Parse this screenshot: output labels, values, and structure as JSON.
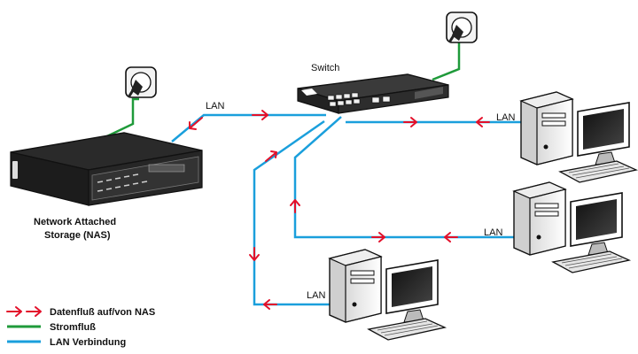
{
  "diagram": {
    "switch_label": "Switch",
    "nas_label_line1": "Network Attached",
    "nas_label_line2": "Storage (NAS)",
    "lan_label": "LAN"
  },
  "legend": {
    "data_flow": "Datenfluß auf/von NAS",
    "power": "Stromfluß",
    "lan": "LAN Verbindung"
  },
  "colors": {
    "lan_cable": "#1a9fdc",
    "power_cable": "#1f9a3a",
    "data_arrow": "#e3102a"
  }
}
